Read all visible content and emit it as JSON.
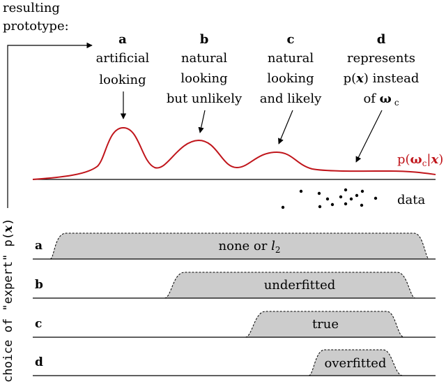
{
  "top_axis": {
    "label_line1": "resulting",
    "label_line2": "prototype:"
  },
  "prototypes": [
    {
      "letter": "a",
      "lines": [
        "artificial",
        "looking"
      ]
    },
    {
      "letter": "b",
      "lines": [
        "natural",
        "looking",
        "but unlikely"
      ]
    },
    {
      "letter": "c",
      "lines": [
        "natural",
        "looking",
        "and likely"
      ]
    },
    {
      "letter": "d",
      "lines": [
        "represents",
        "p(",
        "x",
        ") instead",
        "of ",
        "ω",
        "c"
      ]
    }
  ],
  "curve_label": {
    "p": "p(",
    "omega": "ω",
    "sub": "c",
    "bar": "|",
    "x": "x",
    "close": ")"
  },
  "data_label": "data",
  "side_label": {
    "prefix": "choice of \"expert\" p(",
    "x": "x",
    "close": ")"
  },
  "rows": [
    {
      "letter": "a",
      "label": "none or ",
      "label_l": "l",
      "label_sub": "2"
    },
    {
      "letter": "b",
      "label": "underfitted"
    },
    {
      "letter": "c",
      "label": "true"
    },
    {
      "letter": "d",
      "label": "overfitted"
    }
  ],
  "colors": {
    "curve": "#c0151b",
    "band_fill": "#cccccc",
    "ink": "#000000"
  }
}
